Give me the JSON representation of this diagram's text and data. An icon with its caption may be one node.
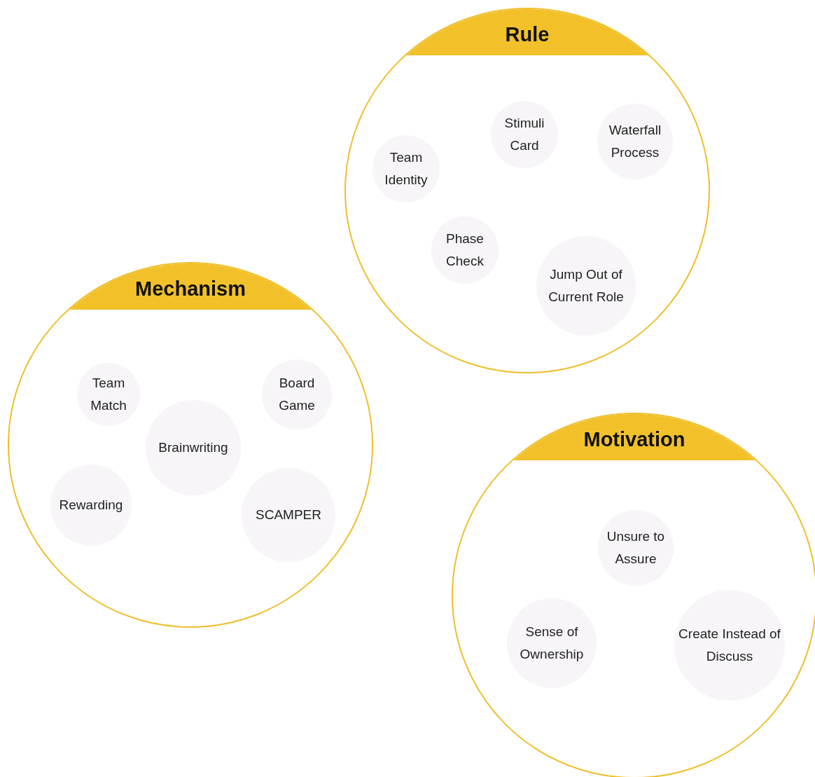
{
  "diagram": {
    "nodes": [
      {
        "text": [
          "Rule"
        ]
      },
      {
        "text": [
          "Team Identity"
        ],
        "in": 0
      },
      {
        "text": [
          "Stimuli Card"
        ],
        "in": 0
      },
      {
        "text": [
          "Waterfall Process"
        ],
        "in": 0
      },
      {
        "text": [
          "Phase Check"
        ],
        "in": 0
      },
      {
        "text": [
          "Jump Out of Current Role"
        ],
        "in": 0
      },
      {
        "text": [
          "Mechanism"
        ]
      },
      {
        "text": [
          "Team Match"
        ],
        "in": 6
      },
      {
        "text": [
          "Board Game"
        ],
        "in": 6
      },
      {
        "text": [
          "Brainwriting"
        ],
        "in": 6
      },
      {
        "text": [
          "Rewarding"
        ],
        "in": 6
      },
      {
        "text": [
          "SCAMPER"
        ],
        "in": 6
      },
      {
        "text": [
          "Motivation"
        ]
      },
      {
        "text": [
          "Unsure to Assure"
        ],
        "in": 12
      },
      {
        "text": [
          "Sense of Ownership"
        ],
        "in": 12
      },
      {
        "text": [
          "Create Instead of Discuss"
        ],
        "in": 12
      }
    ]
  }
}
